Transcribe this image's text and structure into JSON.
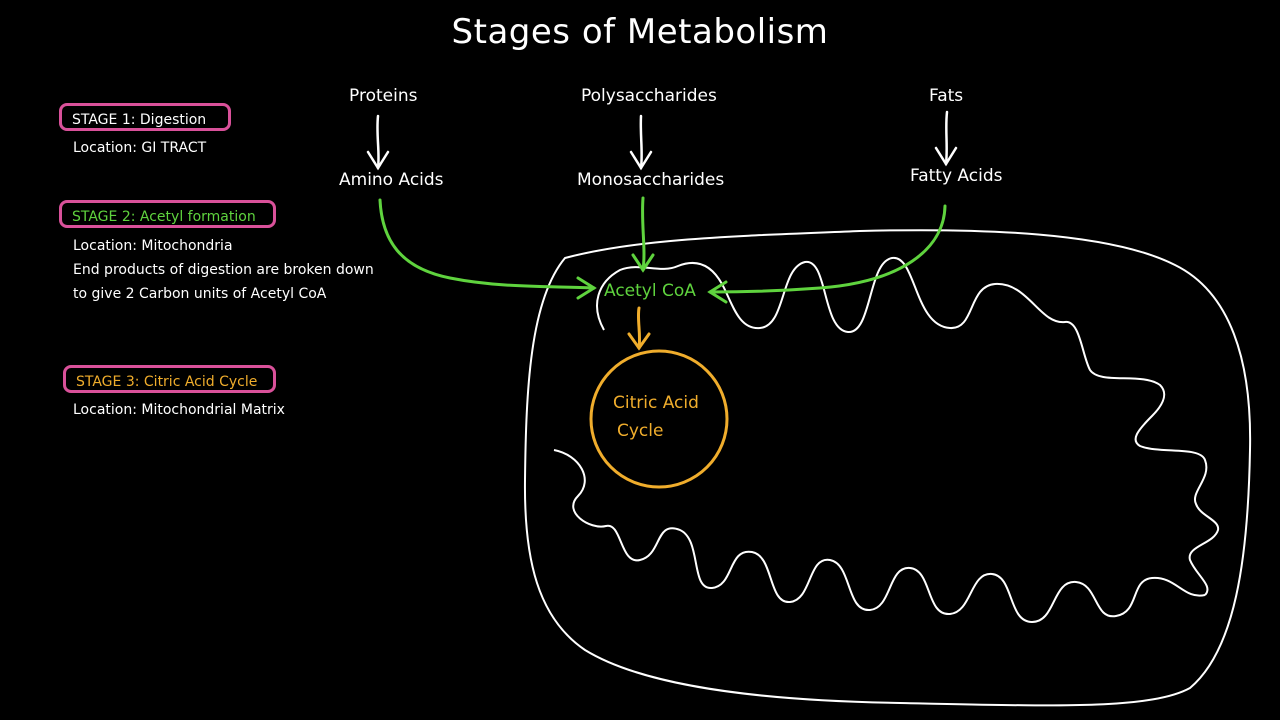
{
  "title": "Stages of Metabolism",
  "colors": {
    "background": "#000000",
    "stage_box": "#d9519a",
    "green": "#5fd33e",
    "orange": "#f0ad2c",
    "white": "#ffffff"
  },
  "stages": [
    {
      "label": "STAGE 1:  Digestion",
      "location": "Location: GI TRACT",
      "details": []
    },
    {
      "label": "STAGE 2:  Acetyl formation",
      "location": "Location: Mitochondria",
      "details": [
        "End products of digestion are broken down",
        "to give 2 Carbon units of Acetyl CoA"
      ]
    },
    {
      "label": "STAGE 3:  Citric Acid Cycle",
      "location": "Location: Mitochondrial Matrix",
      "details": []
    }
  ],
  "nutrients": {
    "proteins": "Proteins",
    "amino_acids": "Amino Acids",
    "polysaccharides": "Polysaccharides",
    "monosaccharides": "Monosaccharides",
    "fats": "Fats",
    "fatty_acids": "Fatty Acids"
  },
  "acetyl_coa": "Acetyl CoA",
  "citric_acid_cycle": {
    "line1": "Citric Acid",
    "line2": "Cycle"
  }
}
